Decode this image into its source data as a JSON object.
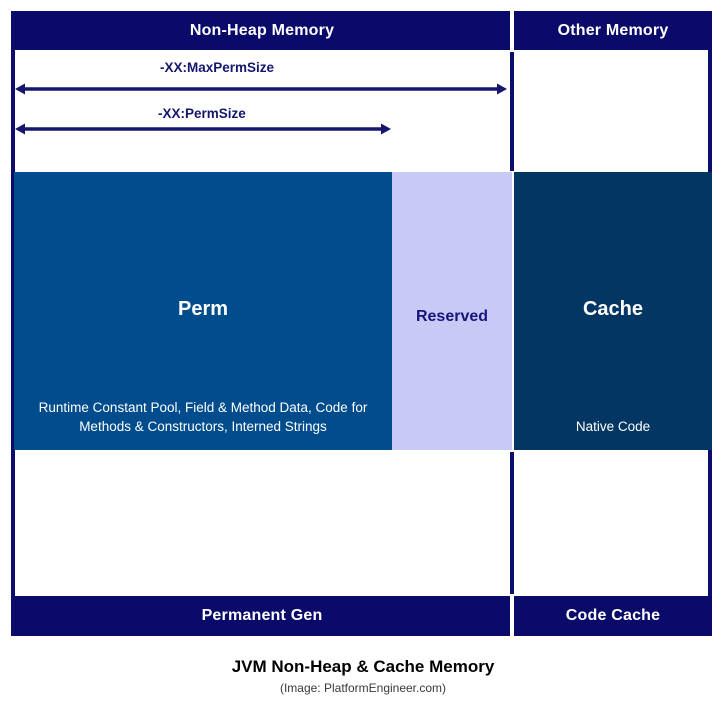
{
  "diagram": {
    "caption_title": "JVM Non-Heap & Cache Memory",
    "caption_source": "(Image: PlatformEngineer.com)",
    "colors": {
      "header_navy": "#0a0a6b",
      "frame_navy": "#0d0d6e",
      "perm_blue": "#014c8c",
      "reserved_lavender": "#c8caf5",
      "cache_dark_blue": "#033663",
      "arrow_navy": "#16166e",
      "text_white": "#ffffff"
    },
    "columns": [
      {
        "id": "non-heap-memory",
        "header": "Non-Heap Memory",
        "footer": "Permanent Gen"
      },
      {
        "id": "other-memory",
        "header": "Other Memory",
        "footer": "Code Cache"
      }
    ],
    "arrows": [
      {
        "id": "max-perm-size",
        "label": "-XX:MaxPermSize",
        "direction": "double",
        "spans_to": "reserved-end"
      },
      {
        "id": "perm-size",
        "label": "-XX:PermSize",
        "direction": "double",
        "spans_to": "perm-end"
      }
    ],
    "blocks": [
      {
        "id": "perm",
        "title": "Perm",
        "description": "Runtime Constant Pool, Field & Method Data, Code for Methods & Constructors, Interned Strings"
      },
      {
        "id": "reserved",
        "title": "Reserved",
        "description": ""
      },
      {
        "id": "cache",
        "title": "Cache",
        "description": "Native Code"
      }
    ]
  }
}
